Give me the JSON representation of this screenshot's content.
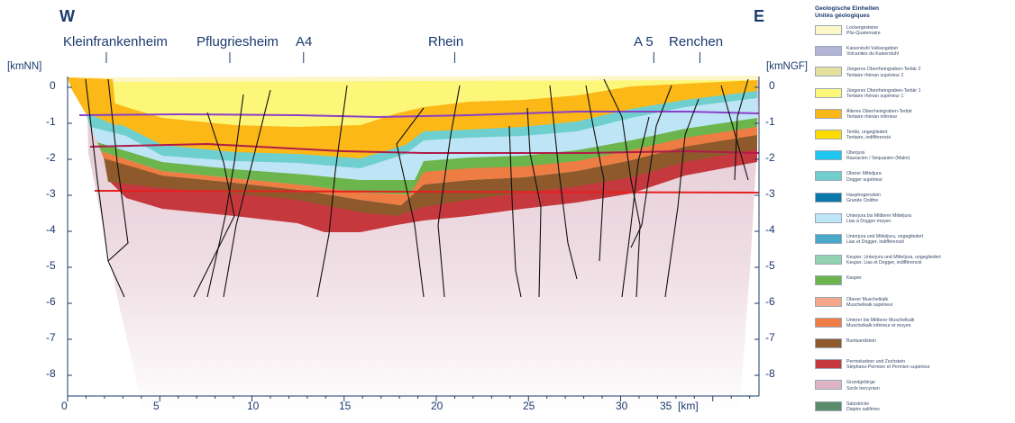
{
  "header": {
    "west": "W",
    "east": "E"
  },
  "places": [
    {
      "name": "Kleinfrankenheim",
      "x_km": 2.1
    },
    {
      "name": "Pflugriesheim",
      "x_km": 8.8
    },
    {
      "name": "A4",
      "x_km": 12.8
    },
    {
      "name": "Rhein",
      "x_km": 21.0
    },
    {
      "name": "A 5",
      "x_km": 31.8
    },
    {
      "name": "Renchen",
      "x_km": 34.3
    }
  ],
  "axes": {
    "left_unit": "[kmNN]",
    "right_unit": "[kmNGF]",
    "x_unit": "[km]",
    "y_ticks": [
      "0",
      "-1",
      "-2",
      "-3",
      "-4",
      "-5",
      "-6",
      "-7",
      "-8"
    ],
    "x_ticks": [
      "0",
      "5",
      "10",
      "15",
      "20",
      "25",
      "30",
      "35"
    ]
  },
  "legend": {
    "title_de": "Geologische Einheiten",
    "title_fr": "Unités géologiques",
    "items": [
      {
        "de": "Lockergesteine",
        "fr": "Plio-Quaternaire",
        "color": "#fdf6c8"
      },
      {
        "de": "Kaiserstuhl Vulkangebiet",
        "fr": "Volcanites du Kaiserstuhl",
        "color": "#b3b3d6"
      },
      {
        "de": "Jüngeres Oberrheingraben-Tertiär 2",
        "fr": "Tertiaire rhénan supérieur 2",
        "color": "#e3df9c"
      },
      {
        "de": "Jüngeres Oberrheingraben-Tertiär 1",
        "fr": "Tertiaire rhénan supérieur 1",
        "color": "#fdf779"
      },
      {
        "de": "Älteres Oberrheingraben-Tertiär",
        "fr": "Tertiaire rhénan inférieur",
        "color": "#fbb816"
      },
      {
        "de": "Tertiär, ungegliedert",
        "fr": "Tertiaire, indifférencié",
        "color": "#fedb00"
      },
      {
        "de": "Oberjura",
        "fr": "Rauracien / Séquanien (Malm)",
        "color": "#1cc6ef"
      },
      {
        "de": "Oberer Mitteljura",
        "fr": "Dogger supérieur",
        "color": "#6fcfcf"
      },
      {
        "de": "Hauptrogenstein",
        "fr": "Grande Oolithe",
        "color": "#0a78a8"
      },
      {
        "de": "Unterjura bis Mittlerer Mitteljura",
        "fr": "Lias à Dogger moyen",
        "color": "#bde5f5"
      },
      {
        "de": "Unterjura und Mitteljura, ungegliedert",
        "fr": "Lias et Dogger, indifférencié",
        "color": "#4aa8c8"
      },
      {
        "de": "Keuper, Unterjura und Mitteljura, ungegliedert",
        "fr": "Keuper, Lias et Dogger, indifférencié",
        "color": "#94d2b4"
      },
      {
        "de": "Keuper",
        "fr": "",
        "color": "#6cb44c"
      },
      {
        "de": "Oberer Muschelkalk",
        "fr": "Muschelkalk supérieur",
        "color": "#f7a88a"
      },
      {
        "de": "Unterer bis Mittlerer Muschelkalk",
        "fr": "Muschelkalk inférieur et moyen",
        "color": "#ee7d44"
      },
      {
        "de": "Buntsandstein",
        "fr": "",
        "color": "#8e5a2c"
      },
      {
        "de": "Permokarbon und Zechstein",
        "fr": "Stéphano-Permien et Permien supérieur",
        "color": "#c5383d"
      },
      {
        "de": "Grundgebirge",
        "fr": "Socle hercynien",
        "color": "#dcb4c3"
      },
      {
        "de": "Salzstöcke",
        "fr": "Diapirs salifères",
        "color": "#5c8c6c"
      }
    ]
  }
}
